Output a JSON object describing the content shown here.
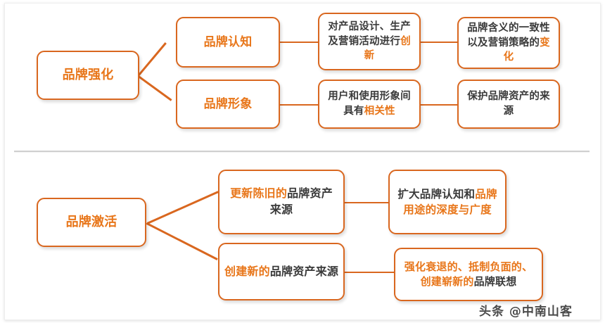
{
  "meta": {
    "colors": {
      "accent_orange": "#e8761a",
      "border_orange": "#d9671f",
      "dark_text": "#3a3a3a",
      "divider_gray": "#cfcfcf",
      "background": "#ffffff"
    }
  },
  "watermark": {
    "label": "头条 @中南山客"
  },
  "sections": [
    {
      "id": "brand-reinforcement",
      "root": {
        "label": "品牌强化"
      },
      "branches": [
        {
          "level2": {
            "label": "品牌认知"
          },
          "level3": {
            "parts": [
              {
                "text": "对产品设计、生产及营销活动进行",
                "color": "dark"
              },
              {
                "text": "创新",
                "color": "orange"
              }
            ]
          },
          "level4": {
            "parts": [
              {
                "text": "品牌含义的一致性以及营销策略的",
                "color": "dark"
              },
              {
                "text": "变化",
                "color": "orange"
              }
            ]
          }
        },
        {
          "level2": {
            "label": "品牌形象"
          },
          "level3": {
            "parts": [
              {
                "text": "用户和使用形象间具有",
                "color": "dark"
              },
              {
                "text": "相关性",
                "color": "orange"
              }
            ]
          },
          "level4": {
            "parts": [
              {
                "text": "保护品牌资产的来源",
                "color": "dark"
              }
            ]
          }
        }
      ]
    },
    {
      "id": "brand-revitalization",
      "root": {
        "label": "品牌激活"
      },
      "branches": [
        {
          "level2": {
            "parts": [
              {
                "text": "更新陈旧的",
                "color": "orange"
              },
              {
                "text": "品牌资产来源",
                "color": "dark"
              }
            ]
          },
          "level3": {
            "parts": [
              {
                "text": "扩大品牌认知和",
                "color": "dark"
              },
              {
                "text": "品牌用途的深度与广度",
                "color": "orange"
              }
            ]
          }
        },
        {
          "level2": {
            "parts": [
              {
                "text": "创建新的",
                "color": "orange"
              },
              {
                "text": "品牌资产来源",
                "color": "dark"
              }
            ]
          },
          "level3": {
            "parts": [
              {
                "text": "强化衰退的、抵制负面的、创建崭新的",
                "color": "orange"
              },
              {
                "text": "品牌联想",
                "color": "dark"
              }
            ]
          }
        }
      ]
    }
  ]
}
